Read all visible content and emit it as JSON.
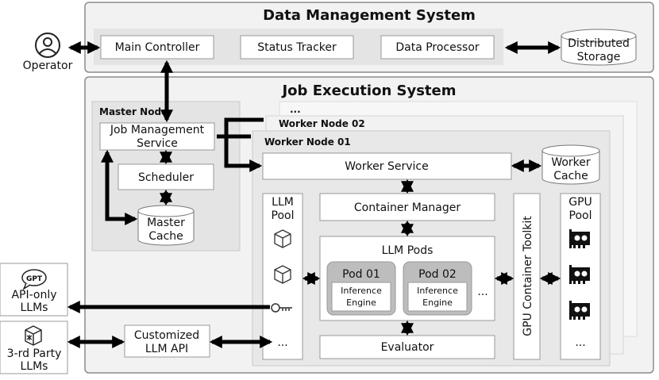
{
  "dms": {
    "title": "Data Management System",
    "main_controller": "Main Controller",
    "status_tracker": "Status Tracker",
    "data_processor": "Data Processor",
    "storage_line1": "Distributed",
    "storage_line2": "Storage"
  },
  "operator": {
    "label": "Operator"
  },
  "jes": {
    "title": "Job Execution System",
    "ellipsis_node": "...",
    "master_node": {
      "title": "Master Node",
      "jms_line1": "Job Management",
      "jms_line2": "Service",
      "scheduler": "Scheduler",
      "cache_line1": "Master",
      "cache_line2": "Cache"
    },
    "worker_node_02": "Worker Node 02",
    "worker_node_01": {
      "title": "Worker Node 01",
      "worker_service": "Worker Service",
      "cache_line1": "Worker",
      "cache_line2": "Cache",
      "llm_pool_line1": "LLM",
      "llm_pool_line2": "Pool",
      "pool_ellipsis": "...",
      "container_manager": "Container Manager",
      "llm_pods": "LLM Pods",
      "pods": [
        {
          "name": "Pod 01",
          "engine_line1": "Inference",
          "engine_line2": "Engine"
        },
        {
          "name": "Pod 02",
          "engine_line1": "Inference",
          "engine_line2": "Engine"
        }
      ],
      "pods_ellipsis": "...",
      "evaluator": "Evaluator",
      "gpu_toolkit": "GPU Container Toolkit",
      "gpu_pool_line1": "GPU",
      "gpu_pool_line2": "Pool",
      "gpu_ellipsis": "..."
    }
  },
  "external": {
    "gpt_badge": "GPT",
    "api_only_line1": "API-only",
    "api_only_line2": "LLMs",
    "third_party_line1": "3-rd Party",
    "third_party_line2": "LLMs",
    "custom_api_line1": "Customized",
    "custom_api_line2": "LLM API",
    "api_ellipsis": "..."
  }
}
